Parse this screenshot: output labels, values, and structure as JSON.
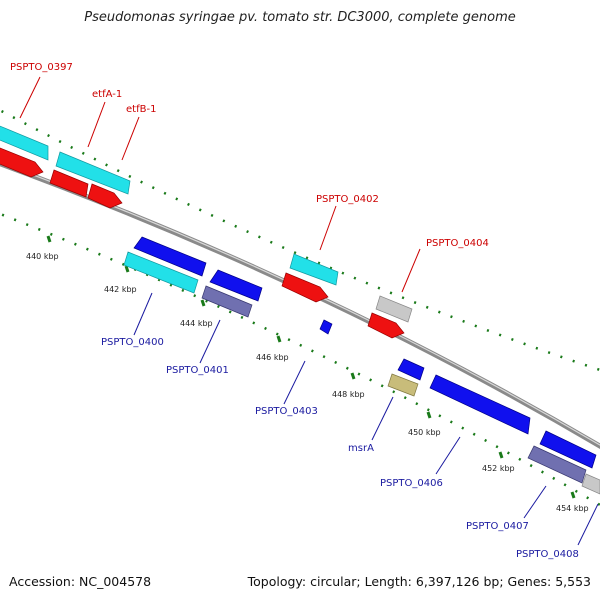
{
  "title": "Pseudomonas syringae pv. tomato str. DC3000, complete genome",
  "footer": {
    "accession_label": "Accession: NC_004578",
    "topology_label": "Topology: circular; Length: 6,397,126 bp; Genes: 5,553"
  },
  "colors": {
    "backbone": "#8a8a8a",
    "tick": "#1a7a1a",
    "label_red": "#cc0000",
    "label_blue": "#1a1aa0",
    "cyan": "#22e0e8",
    "red": "#ee1111",
    "blue": "#1010ee",
    "grey": "#c8c8c8",
    "slate": "#7070b0",
    "olive": "#c8bc7a"
  },
  "scale_ticks": [
    {
      "text": "440 kbp"
    },
    {
      "text": "442 kbp"
    },
    {
      "text": "444 kbp"
    },
    {
      "text": "446 kbp"
    },
    {
      "text": "448 kbp"
    },
    {
      "text": "450 kbp"
    },
    {
      "text": "452 kbp"
    },
    {
      "text": "454 kbp"
    }
  ],
  "top_labels": [
    {
      "text": "PSPTO_0397"
    },
    {
      "text": "etfA-1"
    },
    {
      "text": "etfB-1"
    },
    {
      "text": "PSPTO_0402"
    },
    {
      "text": "PSPTO_0404"
    }
  ],
  "bottom_labels": [
    {
      "text": "PSPTO_0400"
    },
    {
      "text": "PSPTO_0401"
    },
    {
      "text": "PSPTO_0403"
    },
    {
      "text": "msrA"
    },
    {
      "text": "PSPTO_0406"
    },
    {
      "text": "PSPTO_0407"
    },
    {
      "text": "PSPTO_0408"
    }
  ]
}
